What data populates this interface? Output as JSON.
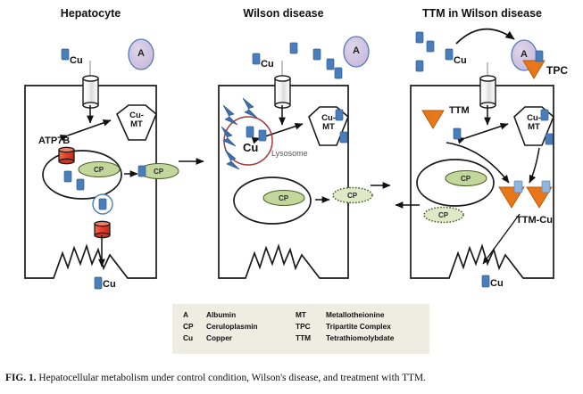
{
  "figure": {
    "caption_label": "FIG. 1.",
    "caption_text": "Hepatocellular metabolism under control condition, Wilson's disease, and treatment with TTM."
  },
  "panels": [
    {
      "id": "hepatocyte",
      "title": "Hepatocyte",
      "labels": {
        "extracellular_cu": "Cu",
        "albumin": "A",
        "atp7b": "ATP7B",
        "cu_mt": "Cu-\nMT",
        "cu_mt_line1": "Cu-",
        "cu_mt_line2": "MT",
        "ceruloplasmin": "CP",
        "secreted_cp": "CP",
        "bile_cu": "Cu"
      }
    },
    {
      "id": "wilson-disease",
      "title": "Wilson disease",
      "labels": {
        "extracellular_cu": "Cu",
        "albumin": "A",
        "lysosome_cu": "Cu",
        "lysosome": "Lysosome",
        "cu_mt_line1": "Cu-",
        "cu_mt_line2": "MT",
        "ceruloplasmin": "CP",
        "apo_cp": "CP"
      }
    },
    {
      "id": "ttm-in-wilson-disease",
      "title": "TTM in Wilson disease",
      "labels": {
        "extracellular_cu": "Cu",
        "albumin": "A",
        "tpc": "TPC",
        "ttm": "TTM",
        "cu_mt_line1": "Cu-",
        "cu_mt_line2": "MT",
        "ceruloplasmin": "CP",
        "apo_cp": "CP",
        "ttm_cu": "TTM-Cu",
        "bile_cu": "Cu"
      }
    }
  ],
  "legend": {
    "entries": [
      {
        "key": "A",
        "value": "Albumin"
      },
      {
        "key": "CP",
        "value": "Ceruloplasmin"
      },
      {
        "key": "Cu",
        "value": "Copper"
      },
      {
        "key": "MT",
        "value": "Metallotheionine"
      },
      {
        "key": "TPC",
        "value": "Tripartite Complex"
      },
      {
        "key": "TTM",
        "value": "Tetrathiomolybdate"
      }
    ]
  },
  "colors": {
    "copper_square": "#4a7ebb",
    "copper_square_light": "#8fb4dd",
    "albumin_fill": "#cdc2de",
    "albumin_stroke": "#5577bb",
    "ceruloplasmin_fill": "#c3d69b",
    "ceruloplasmin_stroke": "#4f6228",
    "atp7b_fill": "#e8412a",
    "ttm_triangle": "#e8771a",
    "lysosome_stroke": "#9e3b3b",
    "lightning": "#3f6fa8",
    "outline": "#1a1a1a",
    "legend_bg": "#efece2"
  }
}
